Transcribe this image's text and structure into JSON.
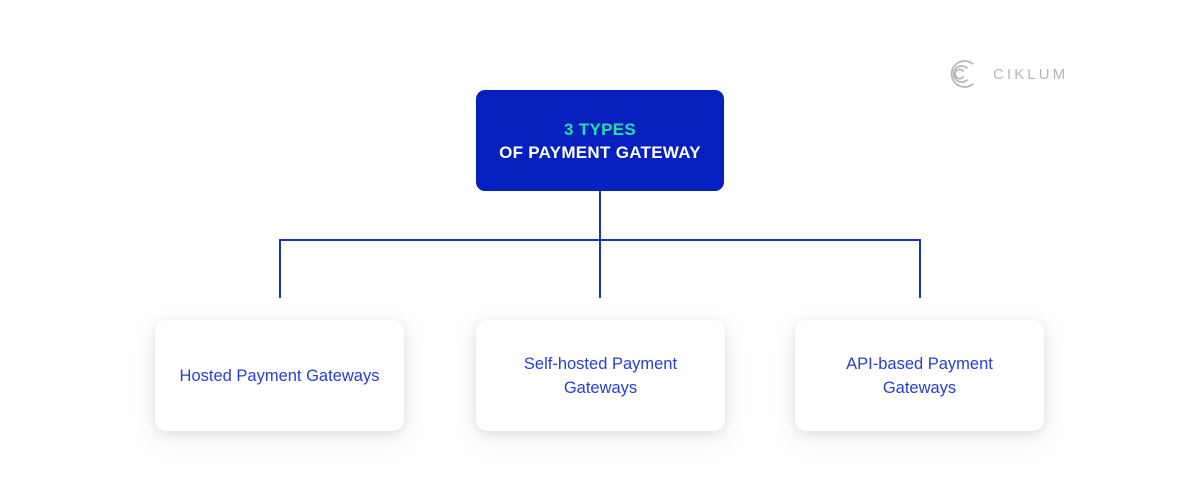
{
  "brand": {
    "logo_icon": "ciklum-c-arcs-icon",
    "wordmark": "CIKLUM",
    "color": "#b6b6b8"
  },
  "diagram": {
    "type": "hierarchy-tree",
    "background": "#ffffff",
    "root": {
      "line_1": "3 TYPES",
      "line_2": "OF PAYMENT GATEWAY",
      "box_color": "#061fbf",
      "line_1_color": "#1fe0a8",
      "line_2_color": "#ffffff"
    },
    "connector": {
      "color": "#1633c4",
      "stroke_width": 2
    },
    "children": [
      {
        "label": "Hosted Payment Gateways",
        "label_line_1": "Hosted Payment",
        "label_line_2": "Gateways",
        "text_color": "#2440d8"
      },
      {
        "label": "Self-hosted Payment Gateways",
        "label_line_1": "Self-hosted Payment",
        "label_line_2": "Gateways",
        "text_color": "#2440d8"
      },
      {
        "label": "API-based Payment Gateways",
        "label_line_1": "API-based Payment",
        "label_line_2": "Gateways",
        "text_color": "#2440d8"
      }
    ]
  }
}
